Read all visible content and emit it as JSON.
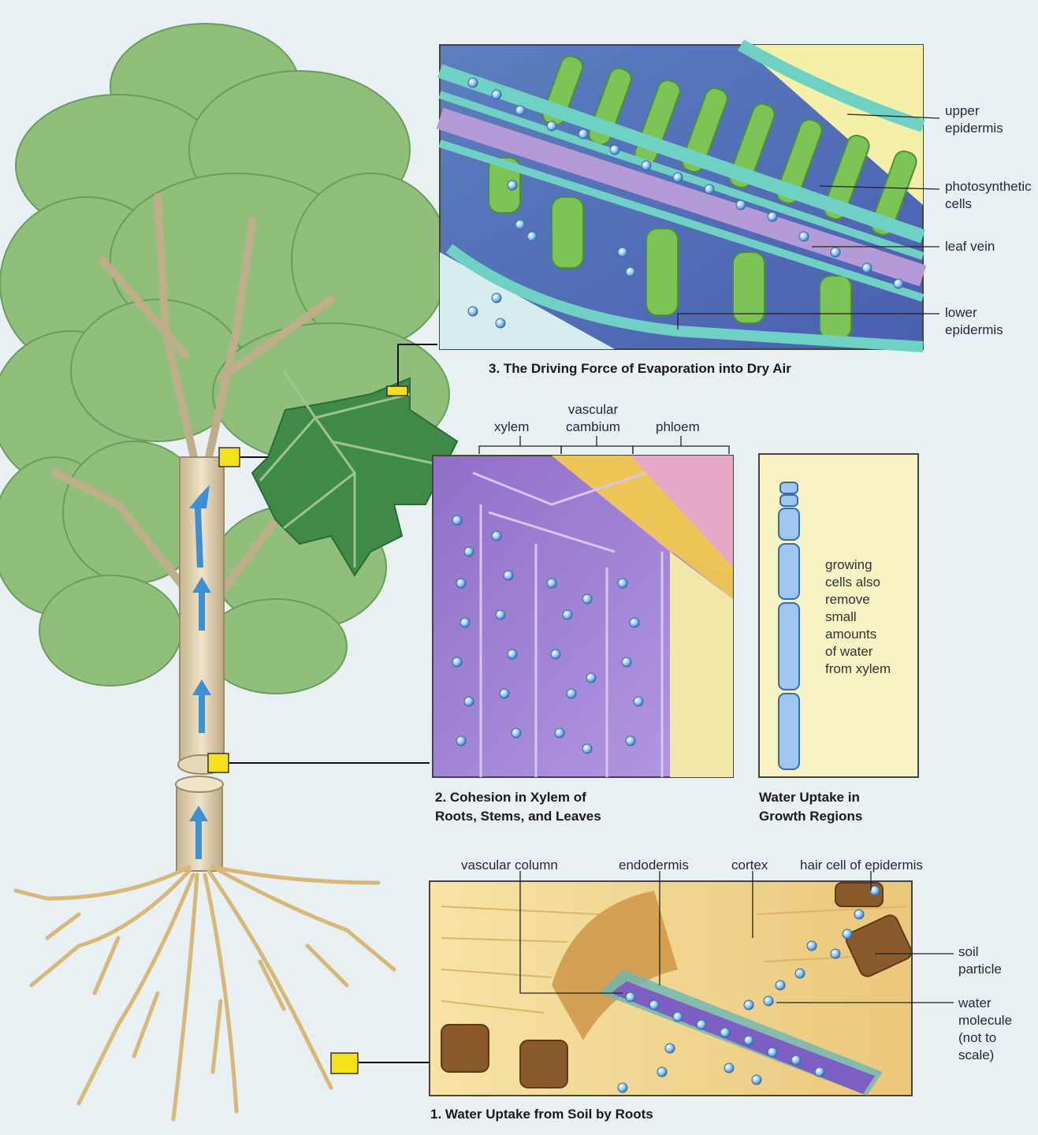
{
  "panels": {
    "leaf": {
      "caption": "3.  The Driving Force of Evaporation into Dry Air",
      "labels": {
        "upper_epidermis": "upper\nepidermis",
        "photosynthetic_cells": "photosynthetic\ncells",
        "leaf_vein": "leaf vein",
        "lower_epidermis": "lower\nepidermis"
      }
    },
    "xylem": {
      "caption": "2.  Cohesion in Xylem of\n     Roots, Stems, and Leaves",
      "labels": {
        "xylem": "xylem",
        "vascular_cambium": "vascular\ncambium",
        "phloem": "phloem"
      }
    },
    "growth": {
      "caption": "Water Uptake in\nGrowth Regions",
      "text": "growing\ncells also\nremove\nsmall\namounts\nof water\nfrom xylem"
    },
    "root": {
      "caption": "1.  Water Uptake from Soil by Roots",
      "labels": {
        "vascular_column": "vascular column",
        "endodermis": "endodermis",
        "cortex": "cortex",
        "hair_cell": "hair cell of epidermis",
        "soil_particle": "soil\nparticle",
        "water_molecule": "water\nmolecule\n(not to\nscale)"
      }
    }
  },
  "colors": {
    "background": "#e8f0f3",
    "foliage": "#8fbf7a",
    "trunk": "#d9c9a6",
    "arrow": "#3d8fd6",
    "callout_box": "#f5e11a",
    "water": "#8ec4f0",
    "xylem_panel": "#9b7fd0",
    "root_panel": "#f1d48a",
    "growth_panel": "#f8f3c4"
  }
}
